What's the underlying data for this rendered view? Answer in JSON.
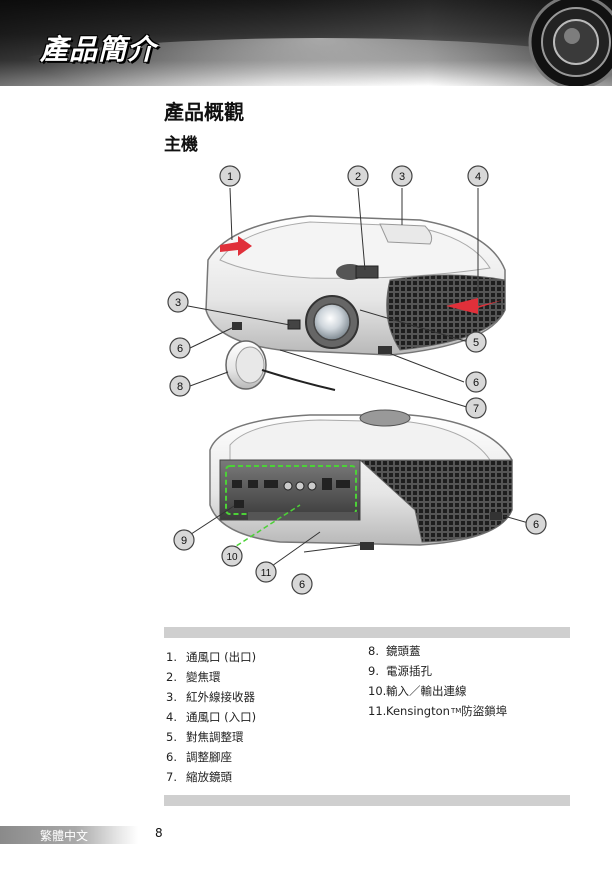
{
  "header": {
    "title": "產品簡介"
  },
  "section": {
    "title": "產品概觀",
    "subtitle": "主機"
  },
  "callouts": {
    "top": [
      "1",
      "2",
      "3",
      "4"
    ],
    "c3b": "3",
    "c5": "5",
    "c6a": "6",
    "c6b": "6",
    "c6c": "6",
    "c6d": "6",
    "c7": "7",
    "c8": "8",
    "c9": "9",
    "c10": "10",
    "c11": "11"
  },
  "parts_left": [
    {
      "num": "1.",
      "label": "通風口 (出口)"
    },
    {
      "num": "2.",
      "label": "變焦環"
    },
    {
      "num": "3.",
      "label": "紅外線接收器"
    },
    {
      "num": "4.",
      "label": "通風口 (入口)"
    },
    {
      "num": "5.",
      "label": "對焦調整環"
    },
    {
      "num": "6.",
      "label": "調整腳座"
    },
    {
      "num": "7.",
      "label": "縮放鏡頭"
    }
  ],
  "parts_right": [
    {
      "num": "8.",
      "label": "鏡頭蓋"
    },
    {
      "num": "9.",
      "label": "電源插孔"
    },
    {
      "num": "10.",
      "label": "輸入／輸出連線"
    },
    {
      "num": "11.",
      "label": "Kensington",
      "tm": "TM",
      "suffix": " 防盜鎖埠"
    }
  ],
  "footer": {
    "language": "繁體中文",
    "page": "8"
  },
  "colors": {
    "accent_red": "#e0303a",
    "connector_green": "#4cd137",
    "band_gray": "#cfcfcf"
  }
}
